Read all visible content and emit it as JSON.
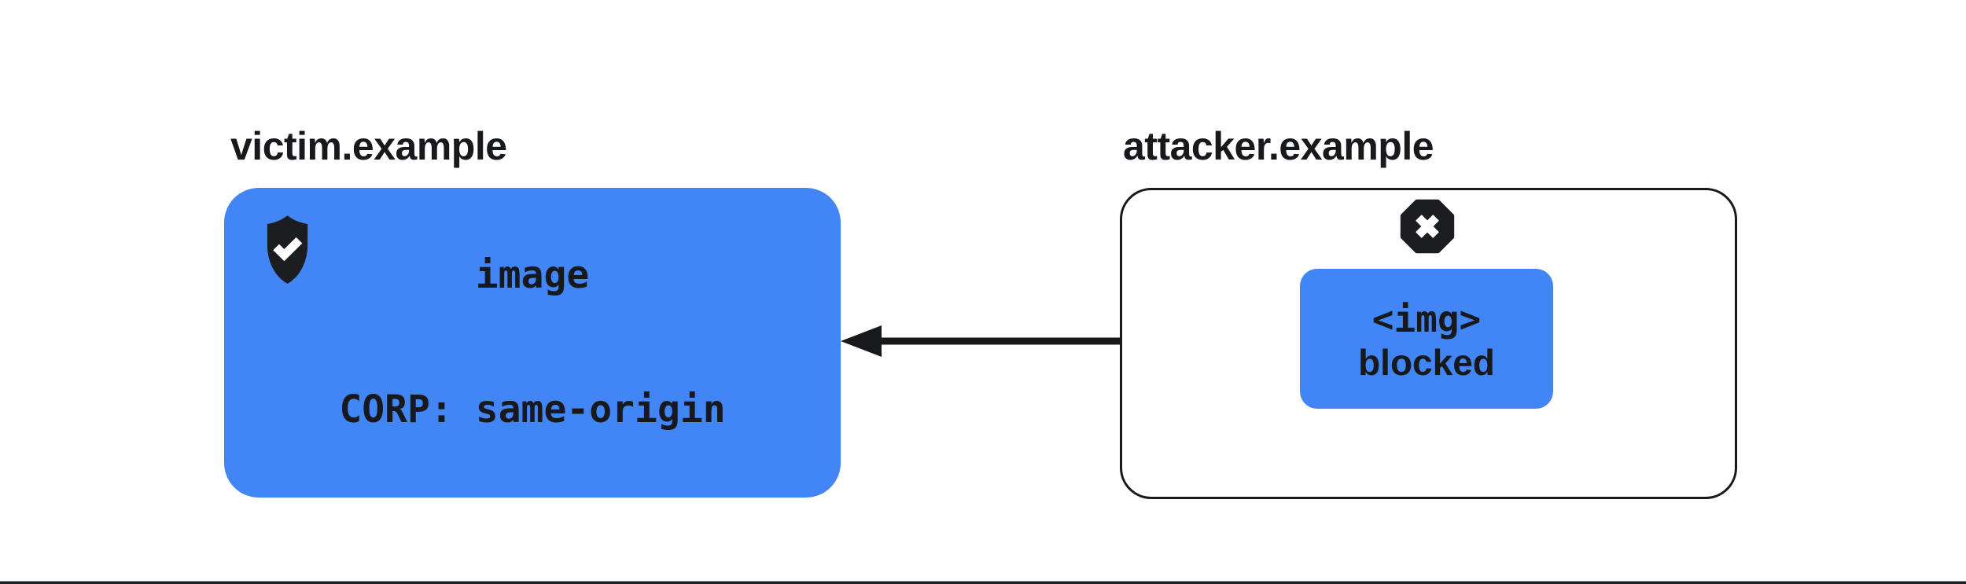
{
  "victim": {
    "label": "victim.example",
    "resource": {
      "line1": "image",
      "line2": "CORP: same-origin"
    },
    "icon": "shield-check-icon"
  },
  "attacker": {
    "label": "attacker.example",
    "blocked": {
      "line1": "<img>",
      "line2": "blocked"
    },
    "icon": "blocked-x-octagon-icon"
  },
  "colors": {
    "accent_blue": "#4285F4",
    "ink": "#17191c",
    "icon_fill": "#1b1d20",
    "background": "#ffffff",
    "bottom_rule_gray": "#8f9193",
    "bottom_rule_dark": "#1f2123"
  }
}
